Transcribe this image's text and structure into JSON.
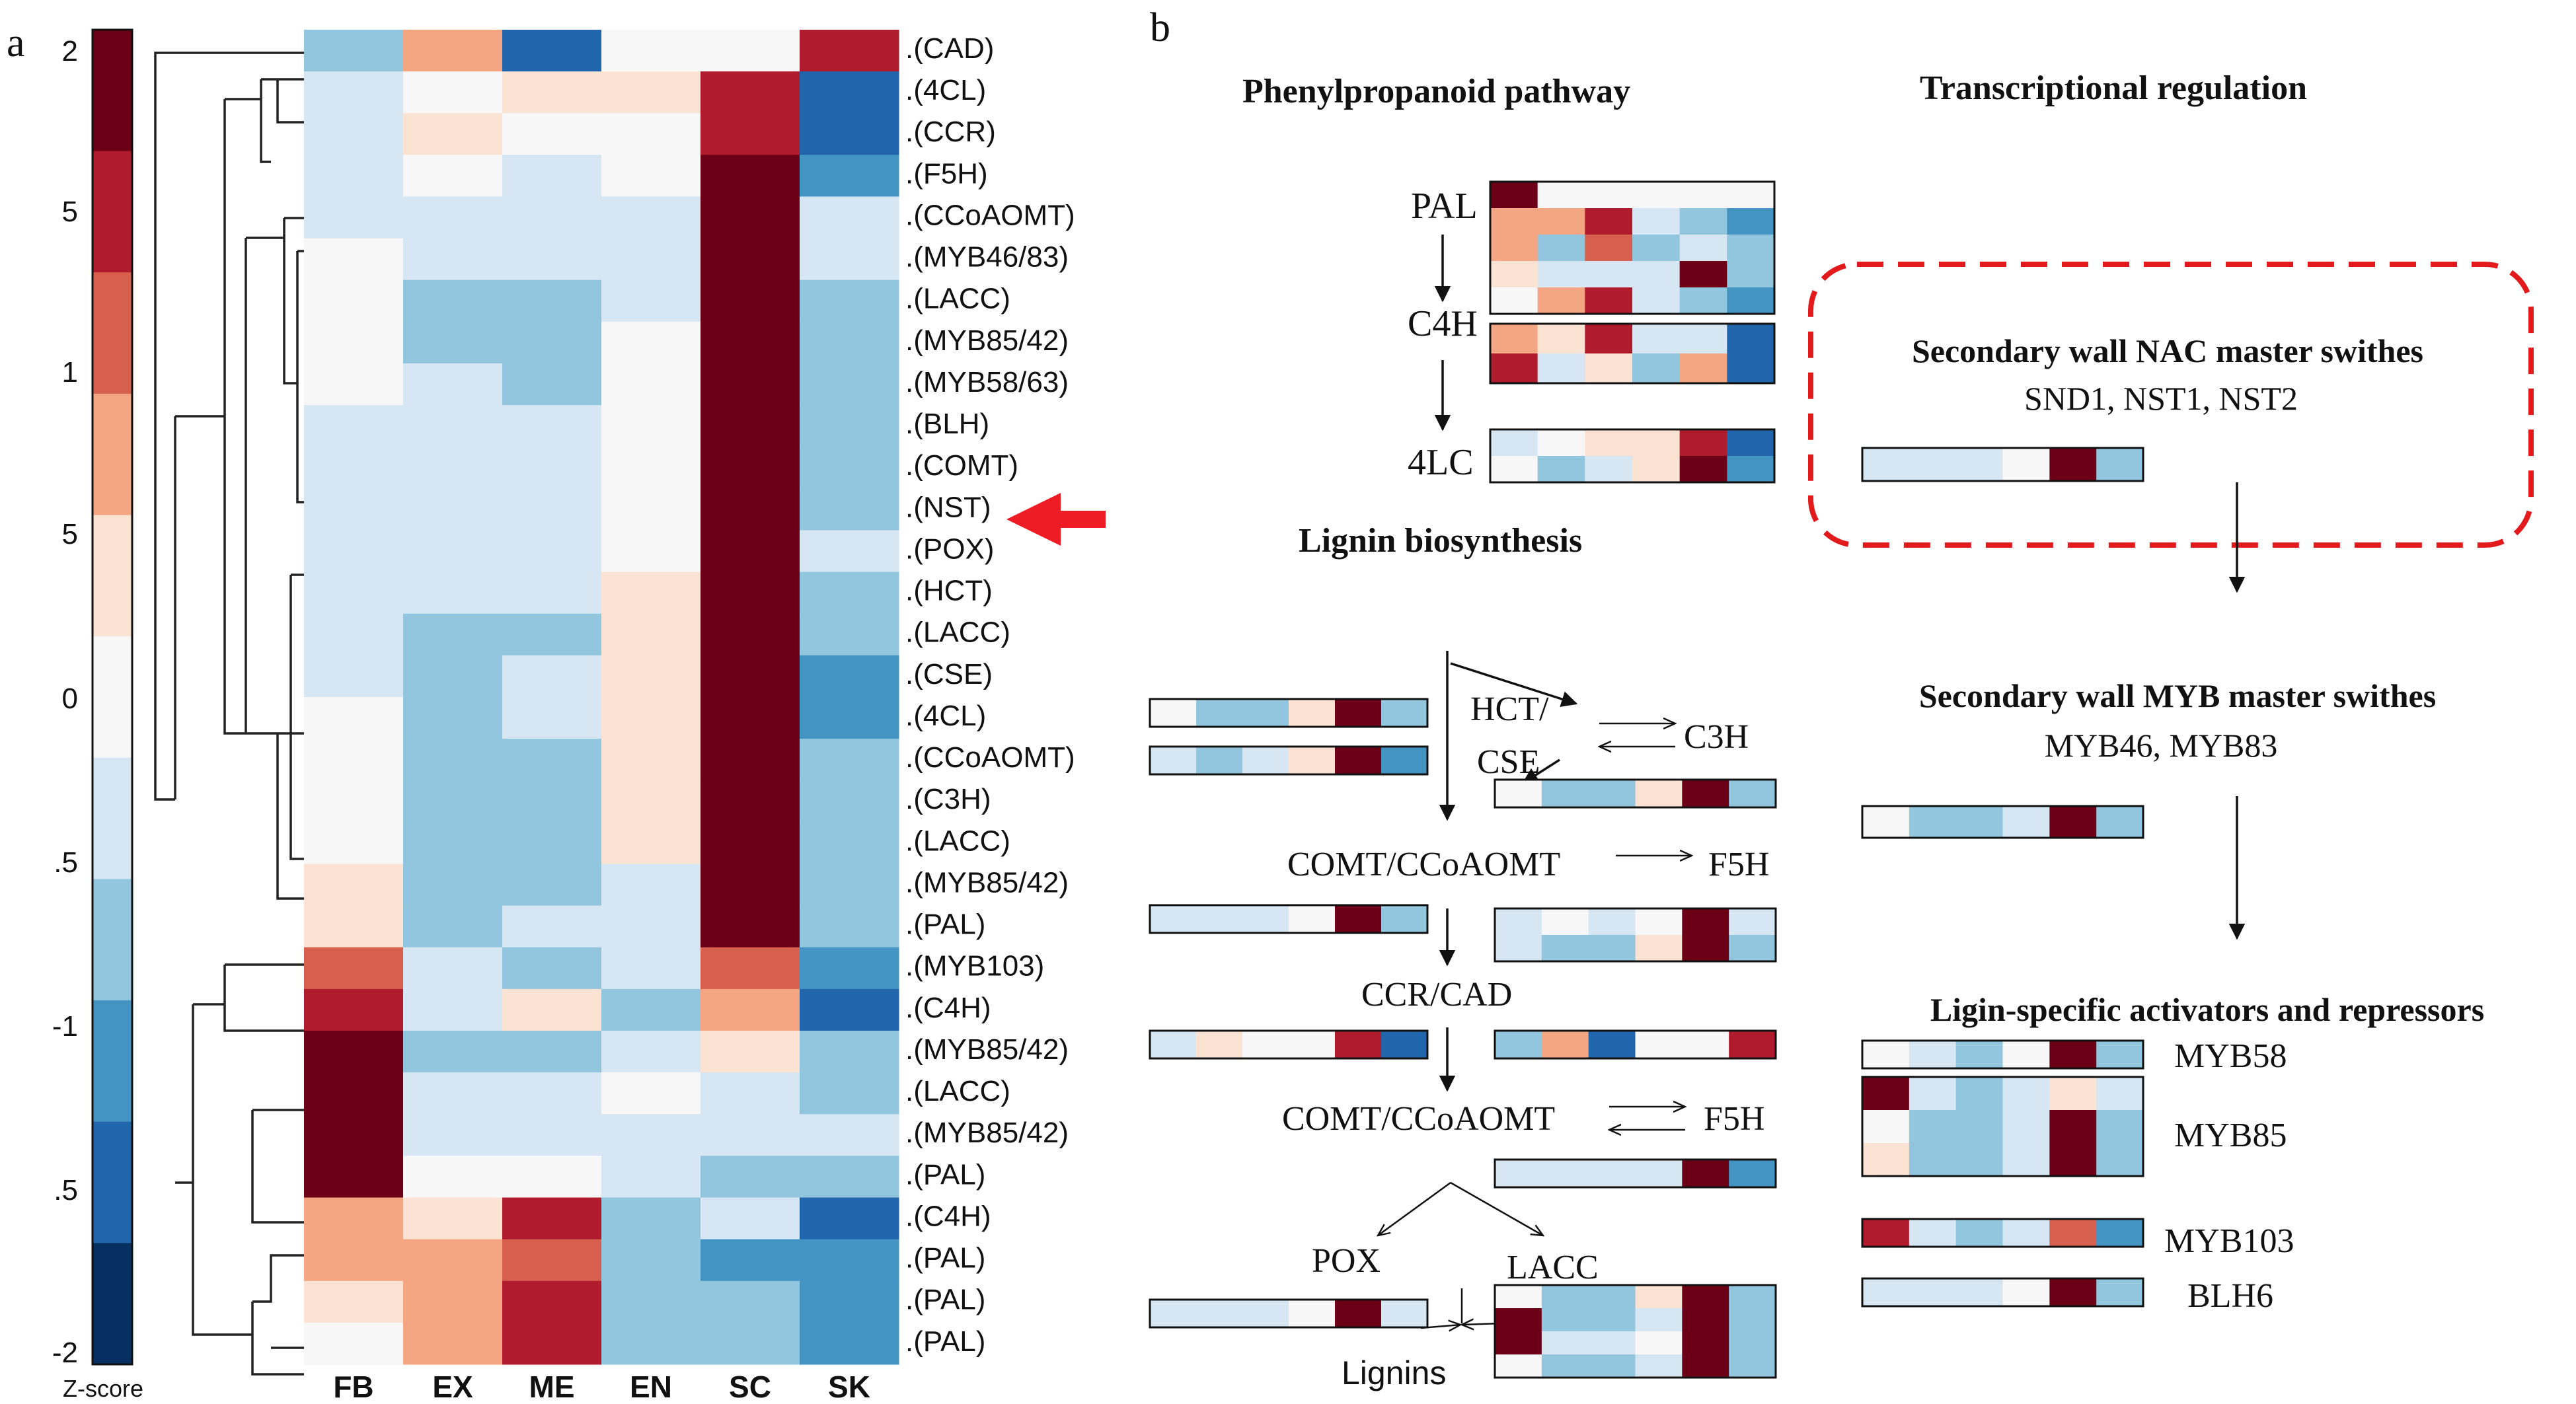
{
  "panel_a": {
    "label": "a",
    "colorbar": {
      "label": "Z-score",
      "tick_labels": [
        "2",
        "5",
        "1",
        "5",
        "0",
        ".5",
        "-1",
        ".5",
        "-2"
      ],
      "swatches": [
        "#6b0016",
        "#b01c2e",
        "#d6604d",
        "#f4a582",
        "#fbe3d3",
        "#f7f7f7",
        "#d6e6f2",
        "#92c5de",
        "#4393c3",
        "#2166ac",
        "#053061"
      ]
    },
    "columns": [
      "FB",
      "EX",
      "ME",
      "EN",
      "SC",
      "SK"
    ],
    "rows": [
      {
        "label": ".(CAD)",
        "z": [
          -0.5,
          0.6,
          -1.5,
          0,
          0,
          1.5
        ]
      },
      {
        "label": ".(4CL)",
        "z": [
          -0.2,
          0,
          0.2,
          0.2,
          1.5,
          -1.5
        ]
      },
      {
        "label": ".(CCR)",
        "z": [
          -0.2,
          0.2,
          0,
          0,
          1.5,
          -1.5
        ]
      },
      {
        "label": ".(F5H)",
        "z": [
          -0.2,
          0,
          -0.2,
          0,
          2,
          -0.8
        ]
      },
      {
        "label": ".(CCoAOMT)",
        "z": [
          -0.2,
          -0.2,
          -0.2,
          -0.2,
          2,
          -0.2
        ]
      },
      {
        "label": ".(MYB46/83)",
        "z": [
          0,
          -0.2,
          -0.2,
          -0.2,
          2,
          -0.2
        ]
      },
      {
        "label": ".(LACC)",
        "z": [
          0,
          -0.5,
          -0.5,
          -0.2,
          2,
          -0.5
        ]
      },
      {
        "label": ".(MYB85/42)",
        "z": [
          0,
          -0.5,
          -0.5,
          0,
          2,
          -0.5
        ]
      },
      {
        "label": ".(MYB58/63)",
        "z": [
          0,
          -0.2,
          -0.5,
          0,
          2,
          -0.5
        ]
      },
      {
        "label": ".(BLH)",
        "z": [
          -0.2,
          -0.2,
          -0.2,
          0,
          2,
          -0.5
        ]
      },
      {
        "label": ".(COMT)",
        "z": [
          -0.2,
          -0.2,
          -0.2,
          0,
          2,
          -0.5
        ]
      },
      {
        "label": ".(NST)",
        "z": [
          -0.2,
          -0.2,
          -0.2,
          0,
          2,
          -0.5
        ]
      },
      {
        "label": ".(POX)",
        "z": [
          -0.2,
          -0.2,
          -0.2,
          0,
          2,
          -0.2
        ]
      },
      {
        "label": ".(HCT)",
        "z": [
          -0.2,
          -0.2,
          -0.2,
          0.2,
          2,
          -0.5
        ]
      },
      {
        "label": ".(LACC)",
        "z": [
          -0.2,
          -0.5,
          -0.5,
          0.2,
          2,
          -0.5
        ]
      },
      {
        "label": ".(CSE)",
        "z": [
          -0.2,
          -0.5,
          -0.2,
          0.2,
          2,
          -0.8
        ]
      },
      {
        "label": ".(4CL)",
        "z": [
          0,
          -0.5,
          -0.2,
          0.2,
          2,
          -0.8
        ]
      },
      {
        "label": ".(CCoAOMT)",
        "z": [
          0,
          -0.5,
          -0.5,
          0.2,
          2,
          -0.5
        ]
      },
      {
        "label": ".(C3H)",
        "z": [
          0,
          -0.5,
          -0.5,
          0.2,
          2,
          -0.5
        ]
      },
      {
        "label": ".(LACC)",
        "z": [
          0,
          -0.5,
          -0.5,
          0.2,
          2,
          -0.5
        ]
      },
      {
        "label": ".(MYB85/42)",
        "z": [
          0.2,
          -0.5,
          -0.5,
          -0.2,
          2,
          -0.5
        ]
      },
      {
        "label": ".(PAL)",
        "z": [
          0.2,
          -0.5,
          -0.2,
          -0.2,
          2,
          -0.5
        ]
      },
      {
        "label": ".(MYB103)",
        "z": [
          0.9,
          -0.2,
          -0.5,
          -0.2,
          0.9,
          -0.8
        ]
      },
      {
        "label": ".(C4H)",
        "z": [
          1.5,
          -0.2,
          0.2,
          -0.5,
          0.6,
          -1.5
        ]
      },
      {
        "label": ".(MYB85/42)",
        "z": [
          2,
          -0.5,
          -0.5,
          -0.2,
          0.2,
          -0.5
        ]
      },
      {
        "label": ".(LACC)",
        "z": [
          2,
          -0.2,
          -0.2,
          0,
          -0.2,
          -0.5
        ]
      },
      {
        "label": ".(MYB85/42)",
        "z": [
          2,
          -0.2,
          -0.2,
          -0.2,
          -0.2,
          -0.2
        ]
      },
      {
        "label": ".(PAL)",
        "z": [
          2,
          0,
          0,
          -0.2,
          -0.5,
          -0.5
        ]
      },
      {
        "label": ".(C4H)",
        "z": [
          0.6,
          0.2,
          1.5,
          -0.5,
          -0.2,
          -1.5
        ]
      },
      {
        "label": ".(PAL)",
        "z": [
          0.6,
          0.6,
          0.9,
          -0.5,
          -0.8,
          -0.8
        ]
      },
      {
        "label": ".(PAL)",
        "z": [
          0.2,
          0.6,
          1.5,
          -0.5,
          -0.5,
          -0.8
        ]
      },
      {
        "label": ".(PAL)",
        "z": [
          0,
          0.6,
          1.5,
          -0.5,
          -0.5,
          -0.8
        ]
      }
    ]
  },
  "panel_b": {
    "label": "b",
    "headings": {
      "phenylpropanoid": "Phenylpropanoid pathway",
      "transcriptional": "Transcriptional regulation",
      "lignin": "Lignin biosynthesis",
      "nac": "Secondary wall NAC master swithes",
      "nac_genes": "SND1, NST1, NST2",
      "myb": "Secondary wall MYB master swithes",
      "myb_genes": "MYB46, MYB83",
      "activators": "Ligin-specific activators and repressors"
    },
    "nodes": {
      "pal": "PAL",
      "c4h": "C4H",
      "lc4": "4LC",
      "hct": "HCT/",
      "cse": "CSE",
      "c3h": "C3H",
      "comt1": "COMT/CCoAOMT",
      "f5h1": "F5H",
      "ccrcad": "CCR/CAD",
      "comt2": "COMT/CCoAOMT",
      "f5h2": "F5H",
      "pox": "POX",
      "lacc": "LACC",
      "lignins": "Lignins"
    },
    "regulators": {
      "myb58": "MYB58",
      "myb85": "MYB85",
      "myb103": "MYB103",
      "blh6": "BLH6"
    },
    "strips": {
      "pal": [
        [
          2,
          0,
          0,
          0,
          0,
          0
        ],
        [
          0.6,
          0.6,
          1.5,
          -0.2,
          -0.5,
          -0.8
        ],
        [
          0.6,
          -0.5,
          0.9,
          -0.5,
          -0.2,
          -0.5
        ],
        [
          0.2,
          -0.2,
          -0.2,
          -0.2,
          2,
          -0.5
        ],
        [
          0,
          0.6,
          1.5,
          -0.2,
          -0.5,
          -0.8
        ]
      ],
      "c4h": [
        [
          0.6,
          0.2,
          1.5,
          -0.2,
          -0.2,
          -1.5
        ],
        [
          1.5,
          -0.2,
          0.2,
          -0.5,
          0.6,
          -1.5
        ]
      ],
      "lc4": [
        [
          -0.2,
          0,
          0.2,
          0.2,
          1.5,
          -1.5
        ],
        [
          0,
          -0.5,
          -0.2,
          0.2,
          2,
          -0.8
        ]
      ],
      "hct": [
        [
          0,
          -0.5,
          -0.5,
          0.2,
          2,
          -0.5
        ]
      ],
      "cse": [
        [
          -0.2,
          -0.5,
          -0.2,
          0.2,
          2,
          -0.8
        ]
      ],
      "c3h": [
        [
          0,
          -0.5,
          -0.5,
          0.2,
          2,
          -0.5
        ]
      ],
      "comt1": [
        [
          -0.2,
          -0.2,
          -0.2,
          0,
          2,
          -0.5
        ]
      ],
      "f5h1": [
        [
          -0.2,
          0,
          -0.2,
          0,
          2,
          -0.2
        ],
        [
          -0.2,
          -0.5,
          -0.5,
          0.2,
          2,
          -0.5
        ]
      ],
      "ccr": [
        [
          -0.2,
          0.2,
          0,
          0,
          1.5,
          -1.5
        ]
      ],
      "cad": [
        [
          -0.5,
          0.6,
          -1.5,
          0,
          0,
          1.5
        ]
      ],
      "f5h2": [
        [
          -0.2,
          -0.2,
          -0.2,
          -0.2,
          2,
          -0.8
        ]
      ],
      "pox": [
        [
          -0.2,
          -0.2,
          -0.2,
          0,
          2,
          -0.2
        ]
      ],
      "lacc": [
        [
          0,
          -0.5,
          -0.5,
          0.2,
          2,
          -0.5
        ],
        [
          2,
          -0.5,
          -0.5,
          -0.2,
          2,
          -0.5
        ],
        [
          2,
          -0.2,
          -0.2,
          0,
          2,
          -0.5
        ],
        [
          0,
          -0.5,
          -0.5,
          -0.2,
          2,
          -0.5
        ]
      ],
      "nst": [
        [
          -0.2,
          -0.2,
          -0.2,
          0,
          2,
          -0.5
        ]
      ],
      "myb46": [
        [
          0,
          -0.5,
          -0.5,
          -0.2,
          2,
          -0.5
        ]
      ],
      "myb58": [
        [
          0,
          -0.2,
          -0.5,
          0,
          2,
          -0.5
        ]
      ],
      "myb85": [
        [
          2,
          -0.2,
          -0.5,
          -0.2,
          0.2,
          -0.2
        ],
        [
          0,
          -0.5,
          -0.5,
          -0.2,
          2,
          -0.5
        ],
        [
          0.2,
          -0.5,
          -0.5,
          -0.2,
          2,
          -0.5
        ]
      ],
      "myb103": [
        [
          1.5,
          -0.2,
          -0.5,
          -0.2,
          0.9,
          -0.8
        ]
      ],
      "blh6": [
        [
          -0.2,
          -0.2,
          -0.2,
          0,
          2,
          -0.5
        ]
      ]
    }
  }
}
